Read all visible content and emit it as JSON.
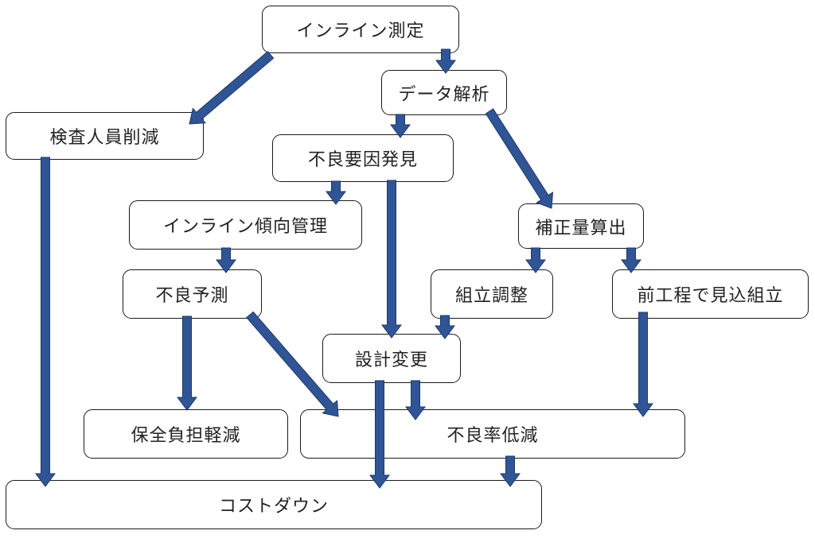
{
  "colors": {
    "arrow": "#2f5597",
    "arrow_stroke": "#1f3864",
    "box_border": "#1a1a1a",
    "text": "#222222"
  },
  "nodes": {
    "inline_measurement": "インライン測定",
    "data_analysis": "データ解析",
    "inspector_reduction": "検査人員削減",
    "defect_cause_discovery": "不良要因発見",
    "inline_trend_management": "インライン傾向管理",
    "correction_calculation": "補正量算出",
    "defect_prediction": "不良予測",
    "assembly_adjustment": "組立調整",
    "pre_process_assembly": "前工程で見込組立",
    "design_change": "設計変更",
    "maintenance_reduction": "保全負担軽減",
    "defect_rate_reduction": "不良率低減",
    "cost_down": "コストダウン"
  }
}
